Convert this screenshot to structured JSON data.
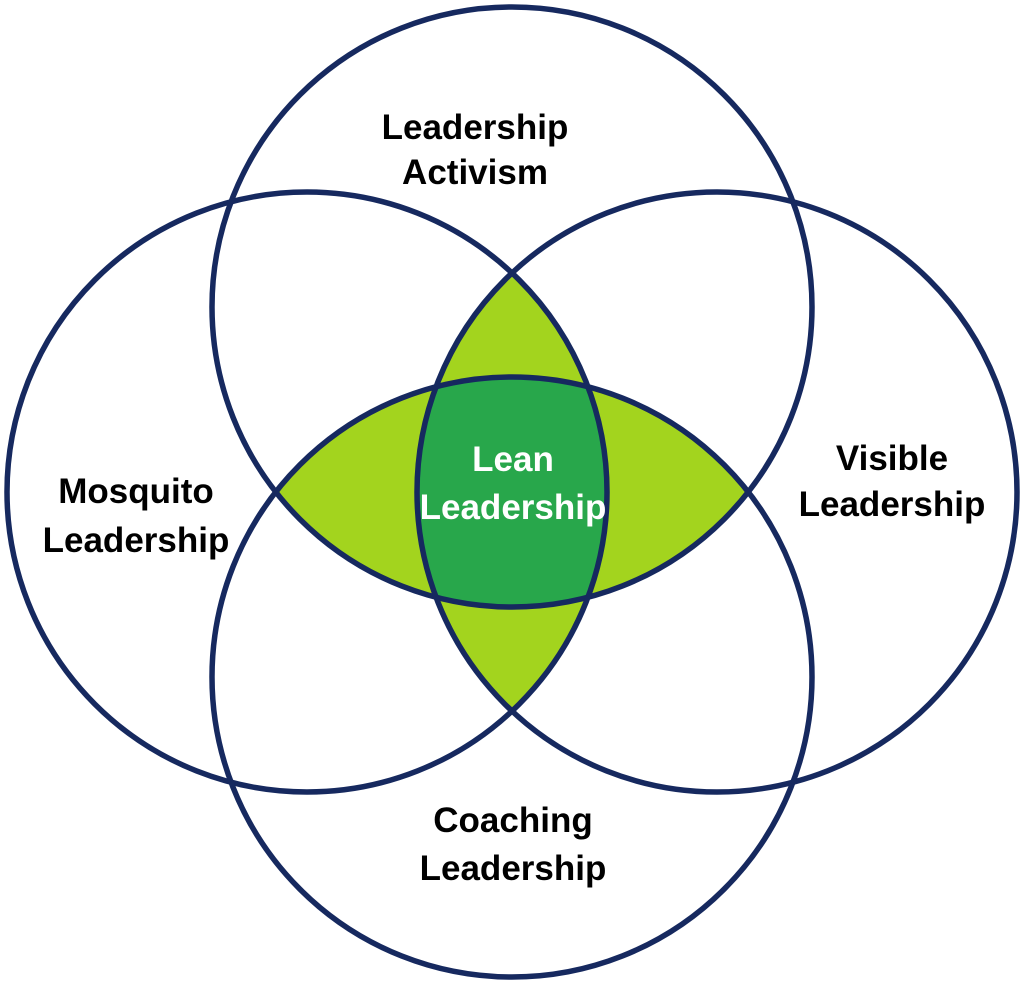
{
  "diagram": {
    "type": "venn-4-circle",
    "center_label": {
      "line1": "Lean",
      "line2": "Leadership"
    },
    "circles": {
      "top": {
        "label_line1": "Leadership",
        "label_line2": "Activism"
      },
      "left": {
        "label_line1": "Mosquito",
        "label_line2": "Leadership"
      },
      "right": {
        "label_line1": "Visible",
        "label_line2": "Leadership"
      },
      "bottom": {
        "label_line1": "Coaching",
        "label_line2": "Leadership"
      }
    },
    "colors": {
      "background": "#ffffff",
      "circle_stroke": "#16295f",
      "pair_overlap_fill": "#a3d41e",
      "center_overlap_fill": "#28a74b",
      "outer_label_color": "#000000",
      "center_label_color": "#ffffff"
    }
  }
}
